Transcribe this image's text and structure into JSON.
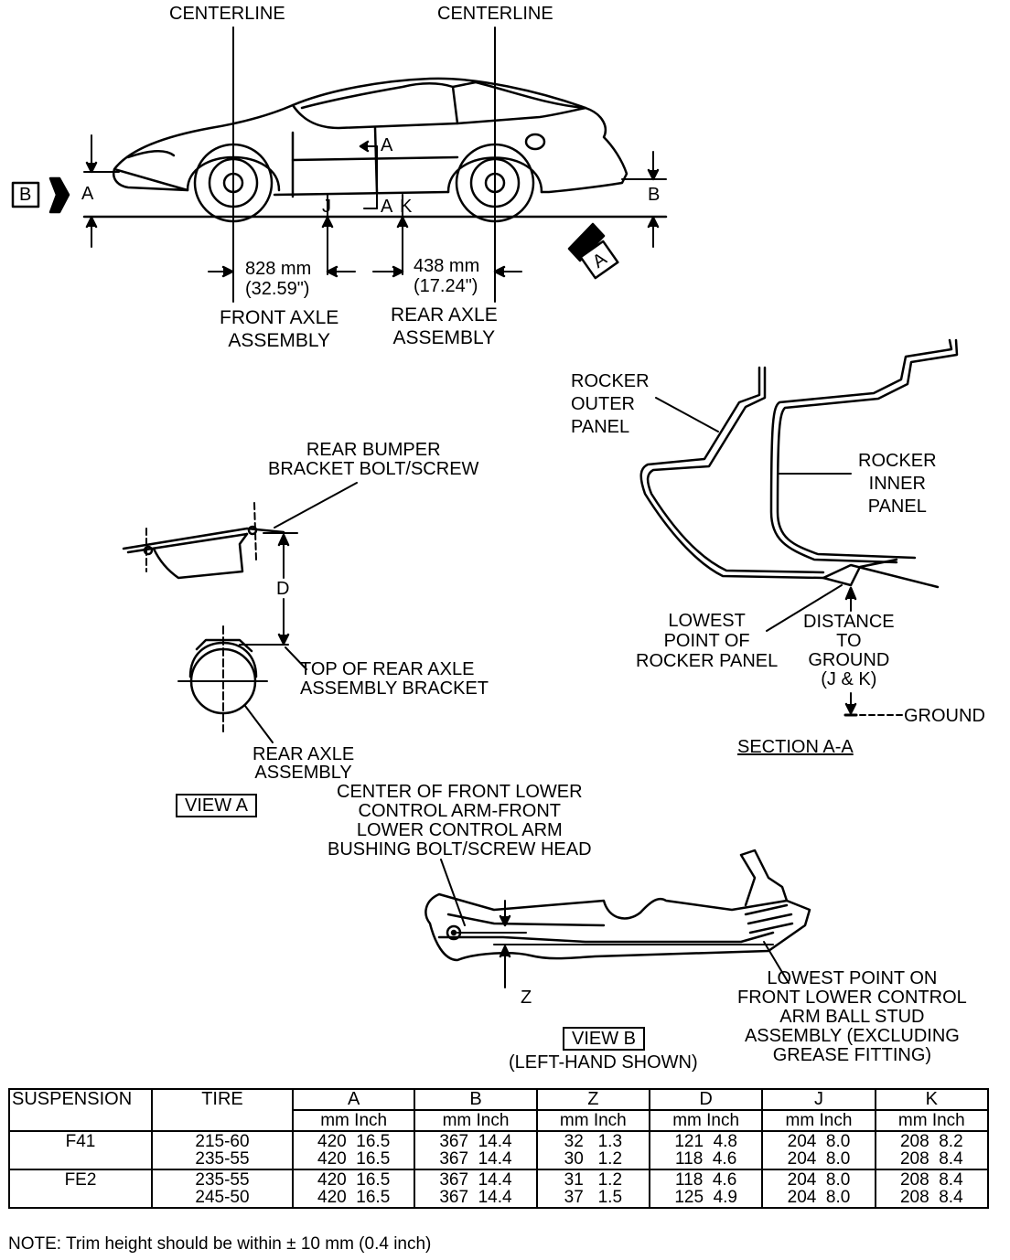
{
  "labels": {
    "centerline_front": "CENTERLINE",
    "centerline_rear": "CENTERLINE",
    "dim_a": "A",
    "dim_b": "B",
    "section_a_top": "A",
    "section_a_bottom": "A",
    "dim_j": "J",
    "dim_k": "K",
    "view_b_marker": "B",
    "view_a_marker": "A",
    "front_dim": "828 mm\n(32.59\")",
    "rear_dim": "438 mm\n(17.24\")",
    "front_axle": "FRONT AXLE\nASSEMBLY",
    "rear_axle": "REAR AXLE\nASSEMBLY",
    "rocker_outer": "ROCKER\nOUTER\nPANEL",
    "rocker_inner": "ROCKER\nINNER\nPANEL",
    "lowest_point_rocker": "LOWEST\nPOINT OF\nROCKER PANEL",
    "distance_to_ground": "DISTANCE\nTO\nGROUND\n(J & K)",
    "ground": "GROUND",
    "section_title": "SECTION A-A",
    "rear_bumper_bolt": "REAR BUMPER\nBRACKET BOLT/SCREW",
    "dim_d": "D",
    "top_rear_axle_bracket": "TOP OF REAR AXLE\nASSEMBLY BRACKET",
    "rear_axle_assembly": "REAR AXLE\nASSEMBLY",
    "view_a_title": "VIEW A",
    "center_front_lca": "CENTER OF FRONT LOWER\nCONTROL ARM-FRONT\nLOWER CONTROL ARM\nBUSHING BOLT/SCREW HEAD",
    "dim_z": "Z",
    "lowest_point_lca": "LOWEST POINT ON\nFRONT LOWER CONTROL\nARM BALL STUD\nASSEMBLY (EXCLUDING\nGREASE FITTING)",
    "view_b_title": "VIEW B",
    "left_hand_shown": "(LEFT-HAND SHOWN)"
  },
  "table": {
    "headers": [
      "SUSPENSION",
      "TIRE",
      "A",
      "B",
      "Z",
      "D",
      "J",
      "K"
    ],
    "unit_label": "mm Inch",
    "rows": [
      {
        "suspension": "F41",
        "tires": [
          "215-60",
          "235-55"
        ],
        "a": [
          "420  16.5",
          "420  16.5"
        ],
        "b": [
          "367  14.4",
          "367  14.4"
        ],
        "z": [
          "32   1.3",
          "30   1.2"
        ],
        "d": [
          "121  4.8",
          "118  4.6"
        ],
        "j": [
          "204  8.0",
          "204  8.0"
        ],
        "k": [
          "208  8.2",
          "208  8.4"
        ]
      },
      {
        "suspension": "FE2",
        "tires": [
          "235-55",
          "245-50"
        ],
        "a": [
          "420  16.5",
          "420  16.5"
        ],
        "b": [
          "367  14.4",
          "367  14.4"
        ],
        "z": [
          "31   1.2",
          "37   1.5"
        ],
        "d": [
          "118  4.6",
          "125  4.9"
        ],
        "j": [
          "204  8.0",
          "204  8.0"
        ],
        "k": [
          "208  8.4",
          "208  8.4"
        ]
      }
    ]
  },
  "note": "NOTE: Trim height should be within ± 10 mm (0.4 inch)"
}
